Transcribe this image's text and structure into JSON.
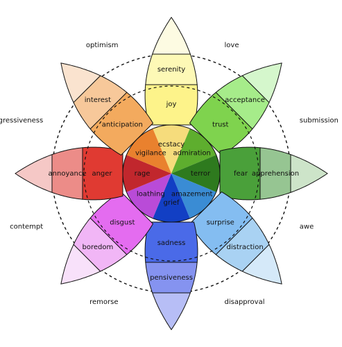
{
  "petals": [
    {
      "id": "joy",
      "direction": "top",
      "labels": {
        "intense": "ecstacy",
        "basic": "joy",
        "mild": "serenity"
      },
      "colors": {
        "intense": "#f6dc7c",
        "basic": "#fdf38a",
        "mild": "#fdf9b6",
        "tip": "#fdfbe2"
      }
    },
    {
      "id": "trust",
      "direction": "top-right",
      "labels": {
        "intense": "admiration",
        "basic": "trust",
        "mild": "acceptance"
      },
      "colors": {
        "intense": "#5eae2e",
        "basic": "#7fd34e",
        "mild": "#a6ec8a",
        "tip": "#d5f7cc"
      }
    },
    {
      "id": "fear",
      "direction": "right",
      "labels": {
        "intense": "terror",
        "basic": "fear",
        "mild": "apprehension"
      },
      "colors": {
        "intense": "#2e7a1e",
        "basic": "#4aa03a",
        "mild": "#96c592",
        "tip": "#cde4c9"
      }
    },
    {
      "id": "surprise",
      "direction": "bottom-right",
      "labels": {
        "intense": "amazement",
        "basic": "surprise",
        "mild": "distraction"
      },
      "colors": {
        "intense": "#3a8cd4",
        "basic": "#84bdf1",
        "mild": "#a9d2f3",
        "tip": "#d5e9f9"
      }
    },
    {
      "id": "sadness",
      "direction": "bottom",
      "labels": {
        "intense": "grief",
        "basic": "sadness",
        "mild": "pensiveness"
      },
      "colors": {
        "intense": "#123fc4",
        "basic": "#4a6ae8",
        "mild": "#8593f0",
        "tip": "#b7bef6"
      }
    },
    {
      "id": "disgust",
      "direction": "bottom-left",
      "labels": {
        "intense": "loathing",
        "basic": "disgust",
        "mild": "boredom"
      },
      "colors": {
        "intense": "#b94bd8",
        "basic": "#e46cf0",
        "mild": "#f1b6f6",
        "tip": "#f8e1fa"
      }
    },
    {
      "id": "anger",
      "direction": "left",
      "labels": {
        "intense": "rage",
        "basic": "anger",
        "mild": "annoyance"
      },
      "colors": {
        "intense": "#c1272d",
        "basic": "#e03a32",
        "mild": "#ec8c88",
        "tip": "#f5c8c6"
      }
    },
    {
      "id": "anticipation",
      "direction": "top-left",
      "labels": {
        "intense": "vigilance",
        "basic": "anticipation",
        "mild": "interest"
      },
      "colors": {
        "intense": "#e9812e",
        "basic": "#f3aa5e",
        "mild": "#f7c89a",
        "tip": "#fae3cf"
      }
    }
  ],
  "dyads": [
    {
      "label": "optimism",
      "position": "top-left-upper"
    },
    {
      "label": "love",
      "position": "top-right-upper"
    },
    {
      "label": "aggressiveness",
      "position": "left-upper"
    },
    {
      "label": "submission",
      "position": "right-upper"
    },
    {
      "label": "contempt",
      "position": "left-lower"
    },
    {
      "label": "awe",
      "position": "right-lower"
    },
    {
      "label": "remorse",
      "position": "bottom-left-lower"
    },
    {
      "label": "disapproval",
      "position": "bottom-right-lower"
    }
  ]
}
